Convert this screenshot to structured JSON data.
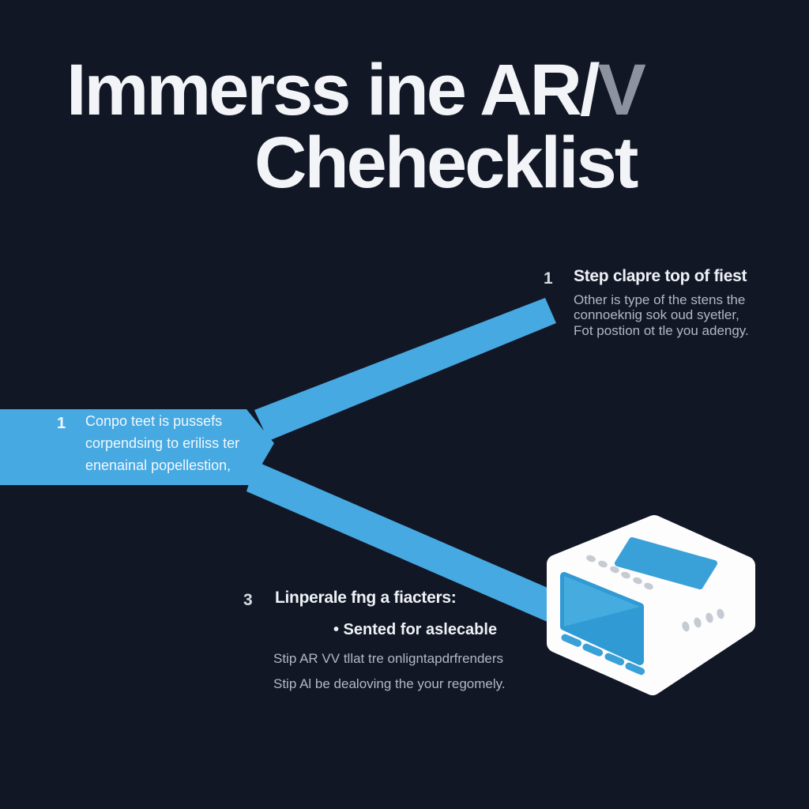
{
  "title": {
    "line1": "Immerss ine AR/",
    "line1_accent": "V",
    "line2": "Chehecklist"
  },
  "step_top_right": {
    "number": "1",
    "heading": "Step clapre top of fiest",
    "body_line1": "Other is type of the stens the",
    "body_line2": "connoeknig sok oud syetler,",
    "body_line3": "Fot postion ot tle you adengy."
  },
  "band_step": {
    "number": "1",
    "line1": "Conpo teet is pussefs",
    "line2": "corpendsing to eriliss ter",
    "line3": "enenainal popellestion,"
  },
  "step_bottom": {
    "number": "3",
    "heading": "Linperale fng a fiacters:",
    "bullet": "• Sented for aslecable",
    "body_line1": "Stip AR VV tllat tre onligntapdrfrenders",
    "body_line2": "Stip Al be dealoving the your regomely."
  },
  "colors": {
    "background": "#121726",
    "accent_blue": "#47a9e2",
    "device_screen_blue": "#2f9ad3",
    "device_body_white": "#fdfdfe",
    "title_white": "#f2f4f7",
    "title_accent_gray": "#8d939e",
    "body_text_gray": "#b2b8c3"
  },
  "icons": {
    "device": "vr-media-device-icon"
  }
}
